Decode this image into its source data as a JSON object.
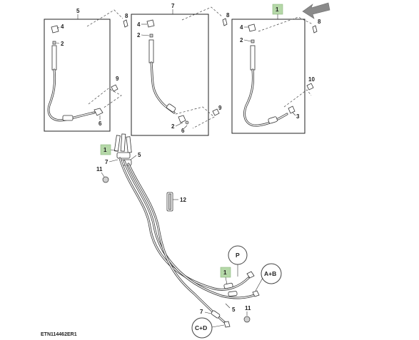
{
  "caption": "ETN114462ER1",
  "colors": {
    "callout_highlight": "#b5d8a8",
    "arrow": "#8a8a8a",
    "line": "#222222"
  },
  "icons": {
    "view_arrow": "arrow-icon"
  },
  "panels": [
    {
      "id": "panel-5",
      "title": "5",
      "callouts": [
        "8",
        "4",
        "2",
        "9",
        "6"
      ]
    },
    {
      "id": "panel-7",
      "title": "7",
      "callouts": [
        "8",
        "4",
        "2",
        "9",
        "2",
        "6"
      ]
    },
    {
      "id": "panel-1",
      "title": "1",
      "callouts": [
        "8",
        "4",
        "2",
        "10",
        "3"
      ]
    }
  ],
  "main": {
    "callouts": [
      "1",
      "7",
      "5",
      "11",
      "12",
      "1",
      "5",
      "7",
      "11"
    ],
    "position_labels": [
      "P",
      "A+B",
      "C+D"
    ]
  }
}
